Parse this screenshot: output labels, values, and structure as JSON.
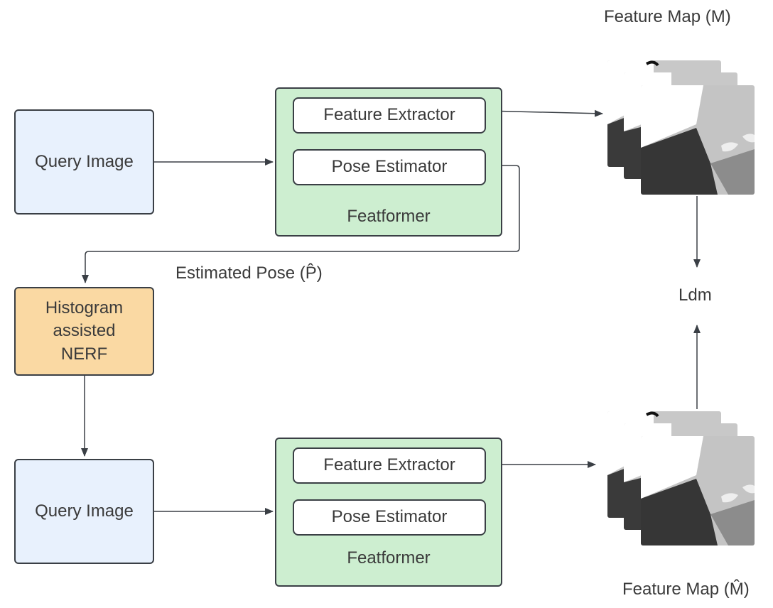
{
  "top_query_image": "Query Image",
  "bottom_query_image": "Query Image",
  "histogram_nerf": "Histogram assisted NERF",
  "top_featformer": {
    "feature_extractor": "Feature Extractor",
    "pose_estimator": "Pose Estimator",
    "title": "Featformer"
  },
  "bottom_featformer": {
    "feature_extractor": "Feature Extractor",
    "pose_estimator": "Pose Estimator",
    "title": "Featformer"
  },
  "estimated_pose_label": "Estimated Pose (P̂)",
  "feature_map_top_label": "Feature Map (M)",
  "feature_map_bottom_label": "Feature Map (M̂)",
  "loss_label": "Ldm",
  "colors": {
    "query_fill": "#e8f1fd",
    "nerf_fill": "#fad9a3",
    "featformer_fill": "#cdeed0",
    "stroke": "#3a3f45"
  }
}
